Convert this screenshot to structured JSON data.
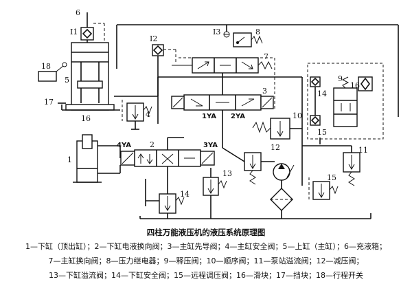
{
  "diagram": {
    "caption": "四柱万能液压机的液压系统原理图",
    "labels": {
      "c1": "1",
      "c2": "2",
      "c3": "3",
      "c4": "4",
      "c5": "5",
      "c6": "6",
      "c7": "7",
      "c8": "8",
      "c9": "9",
      "c10": "10",
      "c11": "11",
      "c12": "12",
      "c13": "13",
      "c14a": "14",
      "c14b": "14",
      "c15a": "15",
      "c15b": "15",
      "c16a": "16",
      "c16b": "16",
      "c17": "17",
      "c18": "18",
      "i1": "I1",
      "i2": "I2",
      "i3": "I3",
      "ya1": "1YA",
      "ya2": "2YA",
      "ya3": "3YA",
      "ya4": "4YA"
    },
    "legend": {
      "line1": "1—下缸（顶出缸）；2—下缸电液换向阀；3—主缸先导阀；4—主缸安全阀；5—上缸（主缸）；6—充液箱；",
      "line2": "7—主缸换向阀；8—压力继电器；9—释压阀；10—顺序阀；11—泵站溢流阀；12—减压阀；",
      "line3": "13—下缸溢流阀；14—下缸安全阀；15—远程调压阀；16—滑块；17—挡块；18—行程开关"
    }
  }
}
